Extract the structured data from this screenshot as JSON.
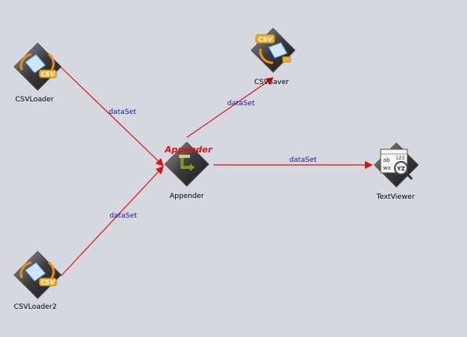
{
  "colors": {
    "background": "#d6d8df",
    "edge": "#e01010",
    "edge_label": "#1a1aa8",
    "diamond_dark": "#2a2a2a",
    "diamond_light": "#8a8a8a",
    "csv_orange": "#f08a1a"
  },
  "nodes": {
    "csv_loader": {
      "label": "CSVLoader",
      "badge": "CSV",
      "icon": "csv-loader-icon"
    },
    "csv_loader2": {
      "label": "CSVLoader2",
      "badge": "CSV",
      "icon": "csv-loader-icon"
    },
    "appender": {
      "label": "Appender",
      "title": "Appender",
      "icon": "appender-icon"
    },
    "csv_saver": {
      "label": "CSVSaver",
      "badge": "CSV",
      "icon": "csv-saver-icon"
    },
    "text_viewer": {
      "label": "TextViewer",
      "icon": "text-viewer-icon"
    }
  },
  "edges": {
    "loader_to_appender": {
      "label": "dataSet"
    },
    "loader2_to_appender": {
      "label": "dataSet"
    },
    "appender_to_saver": {
      "label": "dataSet"
    },
    "appender_to_viewer": {
      "label": "dataSet"
    }
  }
}
